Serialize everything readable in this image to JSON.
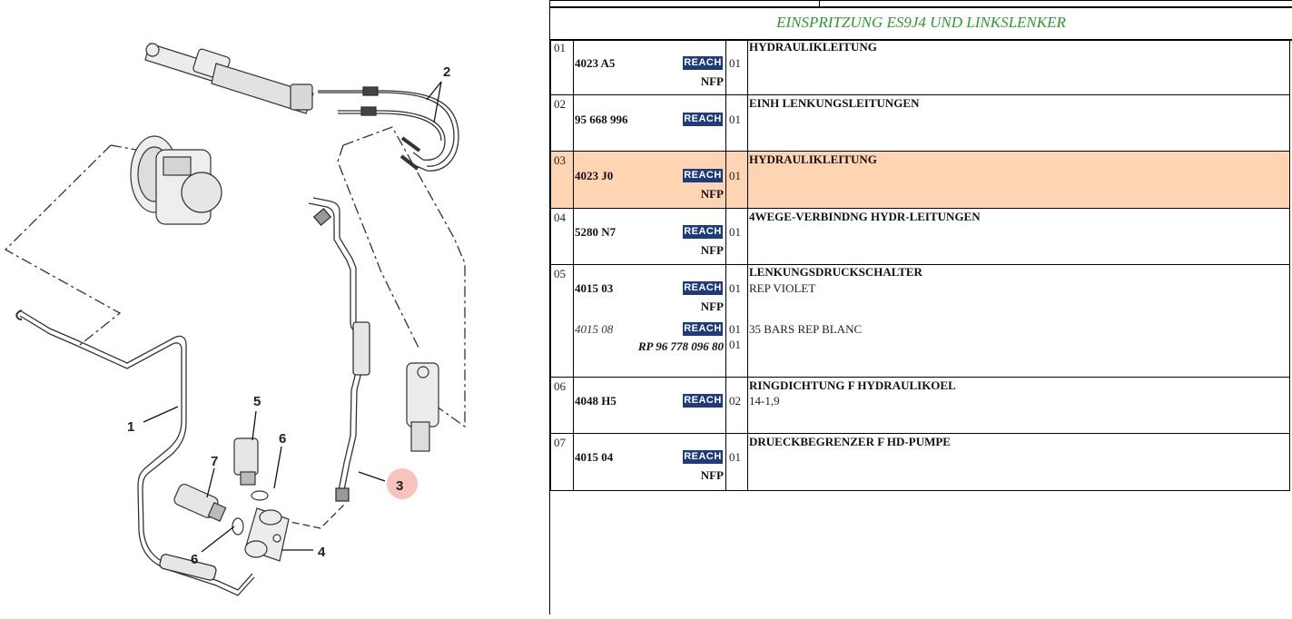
{
  "diagram": {
    "callouts": [
      "1",
      "2",
      "3",
      "4",
      "5",
      "6",
      "6",
      "7"
    ]
  },
  "parts_table": {
    "title": "EINSPRITZUNG ES9J4 UND LINKSLENKER",
    "rows": [
      {
        "index": "01",
        "ref": "4023 A5",
        "badge": "REACH",
        "qty": "01",
        "nfp": "NFP",
        "desc": "HYDRAULIKLEITUNG"
      },
      {
        "index": "02",
        "ref": "95 668 996",
        "badge": "REACH",
        "qty": "01",
        "desc": "EINH LENKUNGSLEITUNGEN"
      },
      {
        "index": "03",
        "ref": "4023 J0",
        "badge": "REACH",
        "qty": "01",
        "nfp": "NFP",
        "desc": "HYDRAULIKLEITUNG",
        "highlighted": true
      },
      {
        "index": "04",
        "ref": "5280 N7",
        "badge": "REACH",
        "qty": "01",
        "nfp": "NFP",
        "desc": "4WEGE-VERBINDNG HYDR-LEITUNGEN"
      },
      {
        "index": "05",
        "ref": "4015 03",
        "badge": "REACH",
        "qty": "01",
        "nfp": "NFP",
        "desc": "LENKUNGSDRUCKSCHALTER",
        "note": "REP VIOLET",
        "alt_ref": "4015 08",
        "alt_badge": "REACH",
        "alt_qty": "01",
        "alt_note": "35 BARS REP BLANC",
        "rp_ref": "RP 96 778 096 80",
        "rp_qty": "01"
      },
      {
        "index": "06",
        "ref": "4048 H5",
        "badge": "REACH",
        "qty": "02",
        "desc": "RINGDICHTUNG F HYDRAULIKOEL",
        "note": "14-1,9"
      },
      {
        "index": "07",
        "ref": "4015 04",
        "badge": "REACH",
        "qty": "01",
        "nfp": "NFP",
        "desc": "DRUECKBEGRENZER F HD-PUMPE"
      }
    ]
  }
}
